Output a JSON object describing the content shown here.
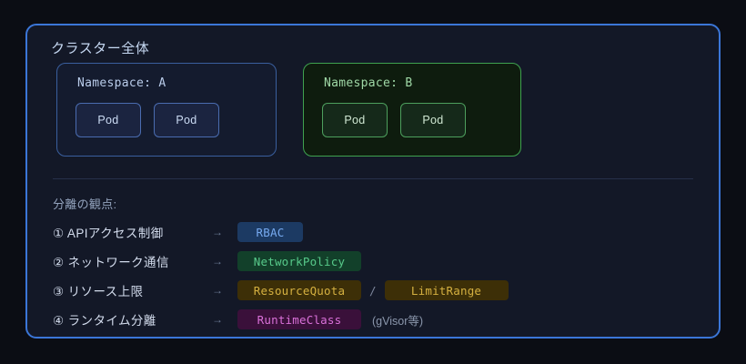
{
  "cluster": {
    "title": "クラスター全体",
    "border_color": "#3b76d8",
    "background_color": "#131827",
    "namespaces": [
      {
        "label": "Namespace: A",
        "accent_color": "#3a5f9e",
        "background_color": "#141b2e",
        "pods": [
          "Pod",
          "Pod"
        ]
      },
      {
        "label": "Namespace: B",
        "accent_color": "#3fa24f",
        "background_color": "#0e1c0e",
        "pods": [
          "Pod",
          "Pod"
        ]
      }
    ]
  },
  "aspects": {
    "title": "分離の観点:",
    "arrow": "→",
    "separator": "/",
    "rows": [
      {
        "label": "① APIアクセス制御",
        "badges": [
          "RBAC"
        ],
        "badge_style": "blue",
        "badge_color": "#76aaf0",
        "badge_bg": "#1c3a63",
        "note": ""
      },
      {
        "label": "② ネットワーク通信",
        "badges": [
          "NetworkPolicy"
        ],
        "badge_style": "green",
        "badge_color": "#57c98a",
        "badge_bg": "#12402a",
        "note": ""
      },
      {
        "label": "③ リソース上限",
        "badges": [
          "ResourceQuota",
          "LimitRange"
        ],
        "badge_style": "amber",
        "badge_color": "#d5b040",
        "badge_bg": "#3d2f07",
        "note": ""
      },
      {
        "label": "④ ランタイム分離",
        "badges": [
          "RuntimeClass"
        ],
        "badge_style": "magenta",
        "badge_color": "#d971d9",
        "badge_bg": "#3a103a",
        "note": "(gVisor等)"
      }
    ]
  }
}
